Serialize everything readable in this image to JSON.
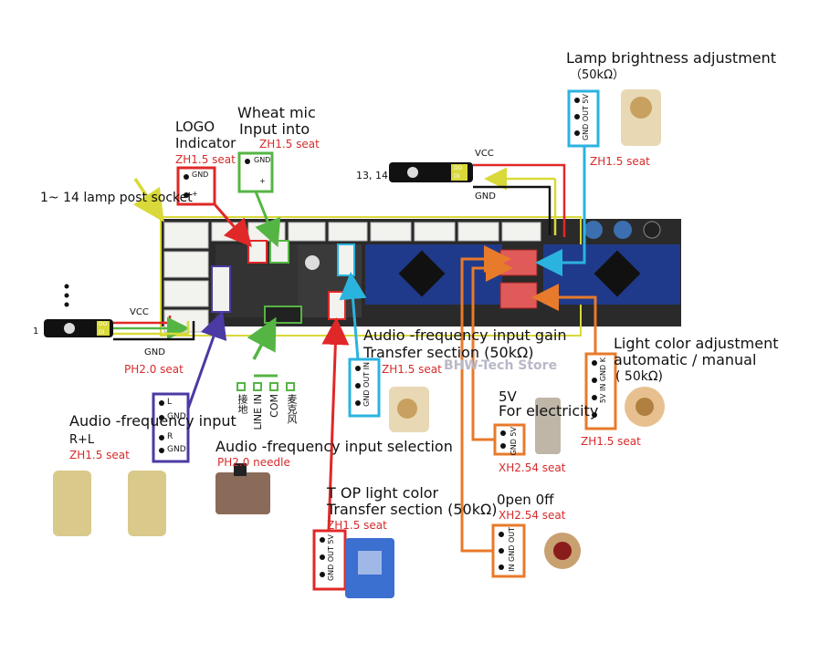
{
  "labels": {
    "lamp_brightness_title": "Lamp brightness adjustment",
    "lamp_brightness_ohm": "（50kΩ）",
    "lamp_brightness_seat": "ZH1.5 seat",
    "logo_title": "LOGO",
    "logo_sub": "Indicator",
    "logo_seat": "ZH1.5 seat",
    "wheat_title": "Wheat mic",
    "wheat_sub": "Input into",
    "wheat_seat": "ZH1.5  seat",
    "lamp_socket": "1~ 14 lamp post socket",
    "strip_top_num": "13, 14",
    "strip_left_num": "1",
    "vcc_top": "VCC",
    "gnd_top": "GND",
    "vcc_left": "VCC",
    "gnd_left": "GND",
    "ph20_seat": "PH2.0 seat",
    "audio_gain_line1": "Audio -frequency input gain",
    "audio_gain_line2": "Transfer section (50kΩ)",
    "audio_gain_seat": "ZH1.5 seat",
    "light_color_line1": "Light color adjustment",
    "light_color_line2": "automatic / manual",
    "light_color_line3": "( 50kΩ)",
    "light_color_seat": "ZH1.5 seat",
    "watermark": "BHW-Tech Store",
    "v5_title": "5V",
    "v5_sub": "For electricity",
    "v5_seat": "XH2.54 seat",
    "audio_input_title": "Audio -frequency input",
    "audio_input_rl": "R+L",
    "audio_input_seat": "ZH1.5  seat",
    "audio_sel_title": "Audio -frequency input selection",
    "audio_sel_seat": "PH2.0  needle",
    "sel_gnd": "接地",
    "sel_linein": "LINE IN",
    "sel_com": "COM",
    "sel_mic": "麦克风",
    "top_light_line1": "T OP light color",
    "top_light_line2": "Transfer section (50kΩ)",
    "top_light_seat": "ZH1.5 seat",
    "open_off_title": "0pen 0ff",
    "open_off_seat": "XH2.54 seat"
  },
  "pins": {
    "gnd_out_5v": [
      "GND",
      "OUT",
      "5V"
    ],
    "gnd_out_in": [
      "GND",
      "OUT",
      "IN"
    ],
    "in_gnd_k_5v": [
      "5V",
      "IN",
      "GND",
      "K"
    ],
    "gnd_5v": [
      "GND",
      "5V"
    ],
    "in_gnd_out": [
      "IN",
      "GND",
      "OUT"
    ],
    "logo": [
      "GND",
      "+"
    ],
    "mic": [
      "GND",
      "+"
    ],
    "audio_l": [
      "L",
      "GND"
    ],
    "audio_r": [
      "R",
      "GND"
    ],
    "strip_do_di": [
      "DO",
      "DI"
    ]
  },
  "colors": {
    "red": "#e02828",
    "green": "#55b544",
    "blue": "#2bb3e0",
    "purple": "#4b3aa3",
    "orange": "#e87a2b",
    "yellow": "#d9d93a",
    "board_bg": "#222222",
    "nano_blue": "#1f3a8a"
  }
}
